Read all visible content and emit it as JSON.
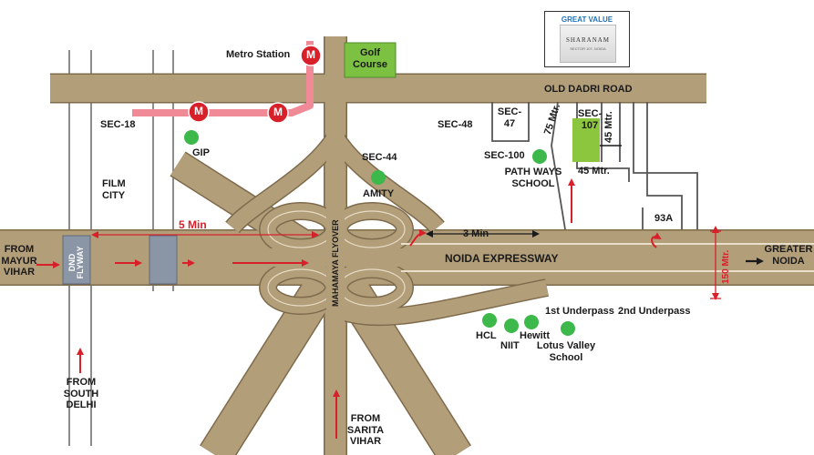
{
  "logo": {
    "brand": "GREAT VALUE",
    "name": "SHARANAM",
    "subtitle": "SECTOR 107, NOIDA"
  },
  "labels": {
    "metro_station": "Metro Station",
    "golf_course": "Golf Course",
    "old_dadri_road": "OLD DADRI ROAD",
    "sec_18": "SEC-18",
    "sec_48": "SEC-48",
    "sec_47": "SEC-47",
    "sec_107": "SEC-107",
    "sec_44": "SEC-44",
    "sec_100": "SEC-100",
    "gip": "GIP",
    "amity": "AMITY",
    "path_ways_school": "PATH WAYS SCHOOL",
    "film_city": "FILM CITY",
    "mtr_75": "75 Mtr.",
    "mtr_45_vertical": "45 Mtr.",
    "mtr_45_horizontal": "45 Mtr.",
    "sec_93a": "93A",
    "time_5_min": "5 Min",
    "time_3_min": "3 Min",
    "from_mayur_vihar": "FROM MAYUR VIHAR",
    "dnd_flyway": "DND FLYWAY",
    "mahamaya_flyover": "MAHAMAYA FLYOVER",
    "noida_expressway": "NOIDA EXPRESSWAY",
    "greater_noida": "GREATER NOIDA",
    "mtr_150": "150 Mtr.",
    "underpass_1": "1st Underpass",
    "underpass_2": "2nd Underpass",
    "hcl": "HCL",
    "niit": "NIIT",
    "hewitt": "Hewitt",
    "lotus_valley_school": "Lotus Valley School",
    "from_south_delhi": "FROM SOUTH DELHI",
    "from_sarita_vihar": "FROM SARITA VIHAR"
  },
  "metro": {
    "marker_letter": "M"
  },
  "colors": {
    "road": "#b39e7a",
    "road_edge": "#7e6b4c",
    "metro_line": "#f08a96",
    "metro_marker": "#d8202a",
    "landmark_dot": "#3db84a",
    "golf_green": "#7cc142",
    "site_green": "#8cc63f",
    "flyway_box": "#8a96a6",
    "arrow": "#d8202a"
  }
}
